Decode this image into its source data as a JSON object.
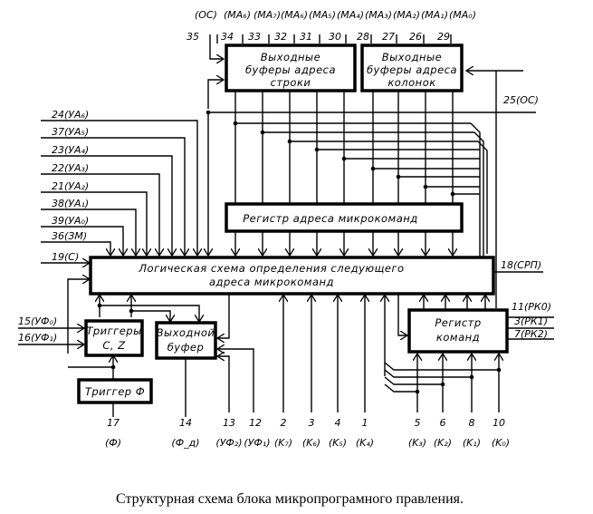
{
  "caption": "Структурная схема блока микропрограмного правления.",
  "blocks": {
    "row_buffers": [
      "Выходные",
      "буферы адреса",
      "строки"
    ],
    "col_buffers": [
      "Выходные",
      "буферы адреса",
      "колонок"
    ],
    "microcmd_addr_reg": "Регистр адреса микрокоманд",
    "logic_scheme": [
      "Логическая схема определения следующего",
      "адреса микрокоманд"
    ],
    "cmd_register": [
      "Регистр",
      "команд"
    ],
    "flag_triggers": [
      "Триггеры",
      "C, Z"
    ],
    "output_buffer": [
      "Выходной",
      "буфер"
    ],
    "phi_trigger": "Триггер Ф"
  },
  "top_pins": {
    "numbers": [
      "35",
      "34",
      "33",
      "32",
      "31",
      "30",
      "28",
      "27",
      "26",
      "29"
    ],
    "signals": [
      "(ОС)",
      "(MA₆)",
      "(MA₇)",
      "(MA₆)",
      "(MA₅)",
      "(MA₄)",
      "(MA₃)",
      "(MA₂)",
      "(MA₁)",
      "(MA₀)"
    ]
  },
  "left_pins": [
    "24(УА₆)",
    "37(УА₅)",
    "23(УА₄)",
    "22(УА₃)",
    "21(УА₂)",
    "38(УА₁)",
    "39(УА₀)",
    "36(ЗМ)",
    "19(С)"
  ],
  "left_lower_pins": [
    "15(УФ₀)",
    "16(УФ₁)"
  ],
  "right_pins": {
    "oc": "25(ОС)",
    "srp": "18(СРП)",
    "rk0": "11(РК0)",
    "rk1": "3(РК1)",
    "rk2": "7(РК2)"
  },
  "bottom_pins": {
    "numbers": [
      "17",
      "14",
      "13",
      "12",
      "2",
      "3",
      "4",
      "1",
      "5",
      "6",
      "8",
      "10"
    ],
    "signals": [
      "(Ф)",
      "(Ф_д)",
      "(УФ₂)",
      "(УФ₁)",
      "(K₇)",
      "(K₆)",
      "(K₅)",
      "(K₄)",
      "(K₃)",
      "(K₂)",
      "(K₁)",
      "(K₀)"
    ]
  }
}
